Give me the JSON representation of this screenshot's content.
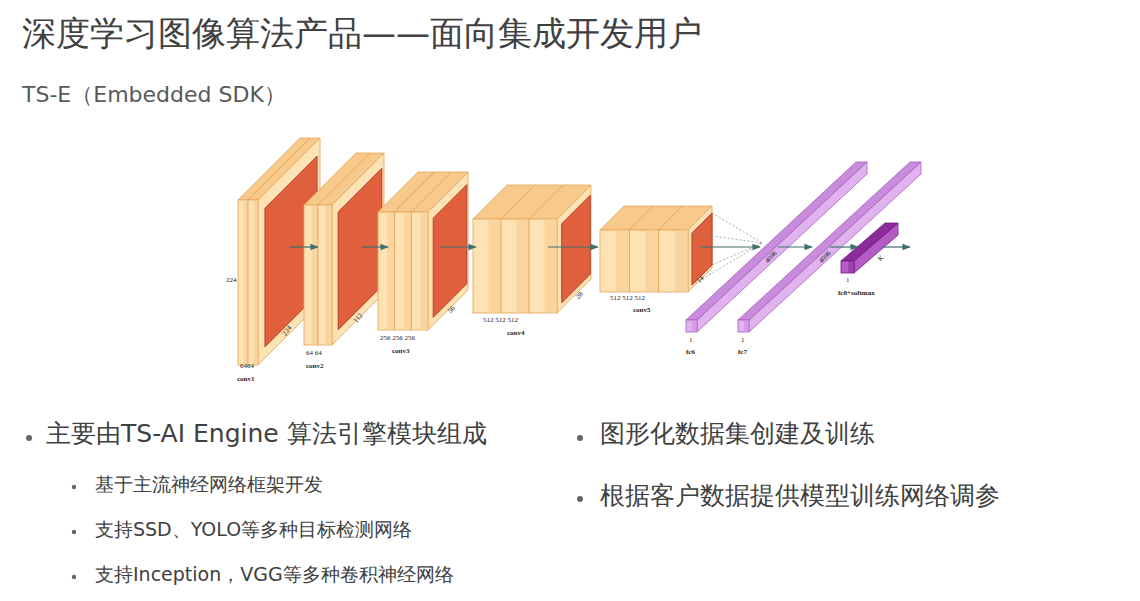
{
  "diagram": {
    "title": "深度学习图像算法产品——面向集成开发用户",
    "labels": [
      "TS-E（Embedded SDK）",
      "224",
      "224",
      "6464",
      "conv1",
      "112",
      "64 64",
      "conv2",
      "56",
      "256 256 256",
      "conv3",
      "28",
      "512 512 512",
      "conv4",
      "14",
      "512 512 512",
      "conv5",
      "4096",
      "4096",
      "1",
      "fc6",
      "1",
      "fc7",
      "1",
      "K",
      "fc8+softmax",
      "主要由TS-AI Engine 算法引擎模块组成",
      "基于主流神经网络框架开发",
      "支持SSD、YOLO等多种目标检测网络",
      "支持Inception，VGG等多种卷积神经网络",
      "图形化数据集创建及训练",
      "根据客户数据提供模型训练网络调参"
    ]
  }
}
